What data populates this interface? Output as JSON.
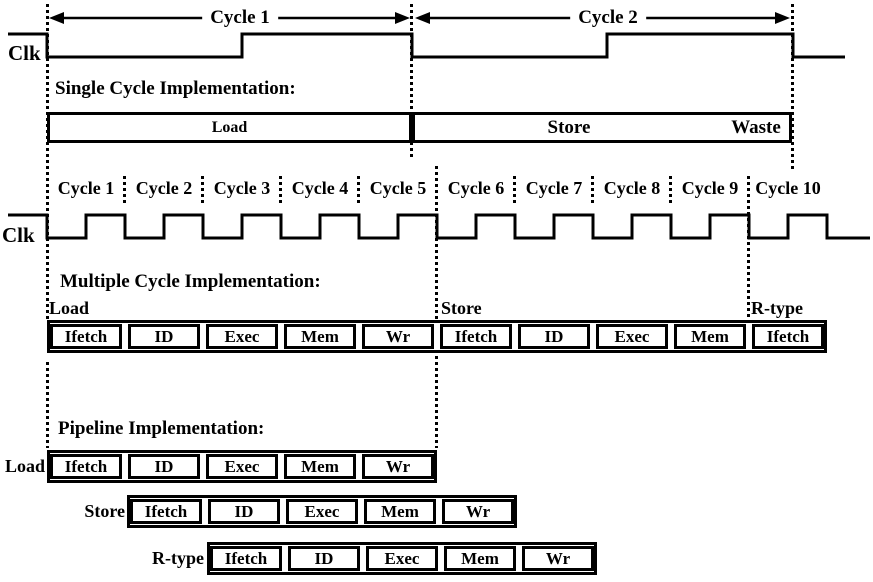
{
  "colors": {
    "ink": "#000000",
    "background": "#ffffff"
  },
  "single_cycle": {
    "clk_label": "Clk",
    "cycle1_label": "Cycle 1",
    "cycle2_label": "Cycle 2",
    "title": "Single Cycle Implementation:",
    "segments": {
      "load": "Load",
      "store": "Store",
      "waste": "Waste"
    }
  },
  "multi_cycle": {
    "clk_label": "Clk",
    "title": "Multiple Cycle Implementation:",
    "cycle_labels": [
      "Cycle 1",
      "Cycle 2",
      "Cycle 3",
      "Cycle 4",
      "Cycle 5",
      "Cycle 6",
      "Cycle 7",
      "Cycle 8",
      "Cycle 9",
      "Cycle 10"
    ],
    "groups": [
      {
        "label": "Load",
        "stages": [
          "Ifetch",
          "ID",
          "Exec",
          "Mem",
          "Wr"
        ]
      },
      {
        "label": "Store",
        "stages": [
          "Ifetch",
          "ID",
          "Exec",
          "Mem"
        ]
      },
      {
        "label": "R-type",
        "stages": [
          "Ifetch"
        ]
      }
    ]
  },
  "pipeline": {
    "title": "Pipeline Implementation:",
    "rows": [
      {
        "label": "Load",
        "stages": [
          "Ifetch",
          "ID",
          "Exec",
          "Mem",
          "Wr"
        ]
      },
      {
        "label": "Store",
        "stages": [
          "Ifetch",
          "ID",
          "Exec",
          "Mem",
          "Wr"
        ]
      },
      {
        "label": "R-type",
        "stages": [
          "Ifetch",
          "ID",
          "Exec",
          "Mem",
          "Wr"
        ]
      }
    ]
  }
}
